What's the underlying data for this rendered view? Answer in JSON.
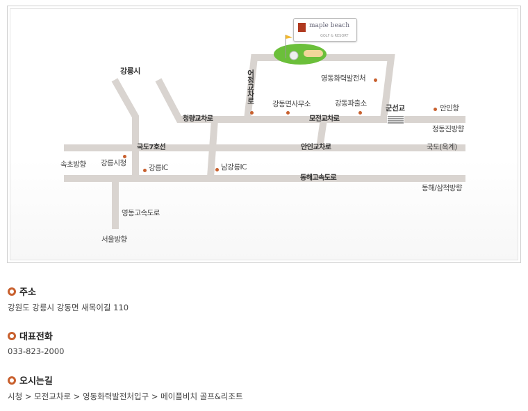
{
  "map": {
    "logo": {
      "name": "maple beach",
      "sub": "GOLF & RESORT"
    },
    "labels": {
      "gangneung_si": "강릉시",
      "yeonggok": "어정교차로",
      "yeongdong_power": "영동화력발전처",
      "gangdong_office": "강동면사무소",
      "gangdong_police": "강동파출소",
      "gunseon_bridge": "군선교",
      "anin_port": "안인항",
      "cheongnyang": "청량교차로",
      "mojeon": "모전교차로",
      "jeongdongjin": "정동진방향",
      "route7": "국도7호선",
      "anin_jct": "안인교차로",
      "national_okgye": "국도(옥계)",
      "sokcho": "속초방향",
      "city_hall": "강릉시청",
      "gangneung_ic": "강릉IC",
      "namgangneung_ic": "남강릉IC",
      "donghae_expwy": "동해고속도로",
      "donghae_samcheok": "동해/삼척방향",
      "yeongdong_expwy": "영동고속도로",
      "seoul": "서울방향"
    }
  },
  "info": {
    "address": {
      "title": "주소",
      "value": "강원도 강릉시 강동면 새목이길 110"
    },
    "phone": {
      "title": "대표전화",
      "value": "033-823-2000"
    },
    "directions": {
      "title": "오시는길",
      "value": "시청 > 모전교차로 > 영동화력발전처입구 > 메이플비치 골프&리조트"
    }
  }
}
